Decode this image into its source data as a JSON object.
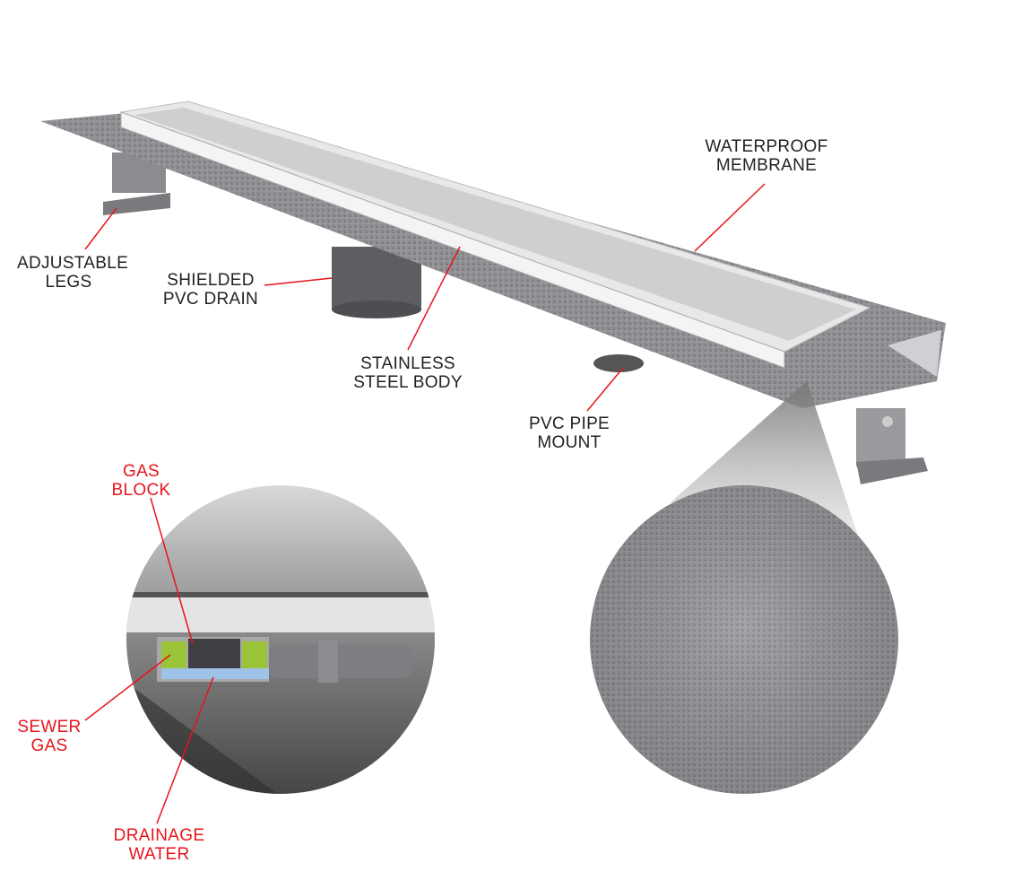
{
  "labels": {
    "waterproof_membrane": [
      "WATERPROOF",
      "MEMBRANE"
    ],
    "adjustable_legs": [
      "ADJUSTABLE",
      "LEGS"
    ],
    "shielded_pvc_drain": [
      "SHIELDED",
      "PVC DRAIN"
    ],
    "stainless_steel_body": [
      "STAINLESS",
      "STEEL BODY"
    ],
    "pvc_pipe_mount": [
      "PVC PIPE",
      "MOUNT"
    ],
    "gas_block": [
      "GAS",
      "BLOCK"
    ],
    "sewer_gas": [
      "SEWER",
      "GAS"
    ],
    "drainage_water": [
      "DRAINAGE",
      "WATER"
    ]
  },
  "colors": {
    "leader": "#e8141c",
    "label": "#222222",
    "membrane": "#6f6f72",
    "steel": "#dcdcdc"
  }
}
